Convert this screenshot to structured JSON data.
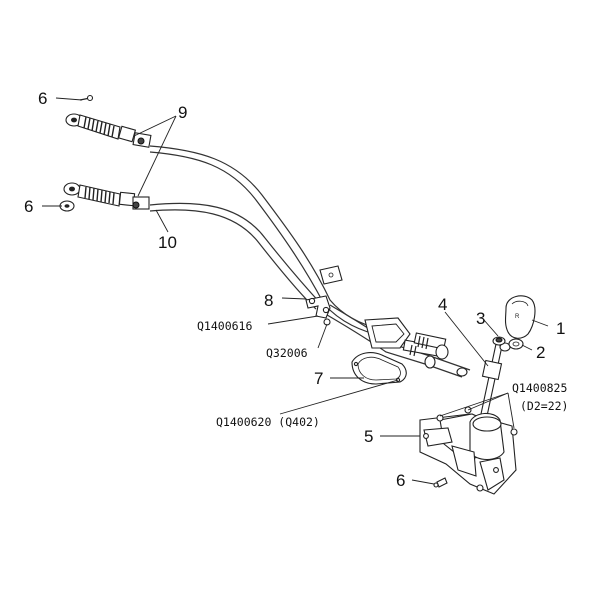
{
  "diagram": {
    "callouts": {
      "c1": "1",
      "c2": "2",
      "c3": "3",
      "c4": "4",
      "c5": "5",
      "c6a": "6",
      "c6b": "6",
      "c6c": "6",
      "c7": "7",
      "c8": "8",
      "c9": "9",
      "c10": "10"
    },
    "part_codes": {
      "q1400616": "Q1400616",
      "q32006": "Q32006",
      "q1400620": "Q1400620 (Q402)",
      "q1400825": "Q1400825",
      "d2": "(D2=22)"
    }
  }
}
